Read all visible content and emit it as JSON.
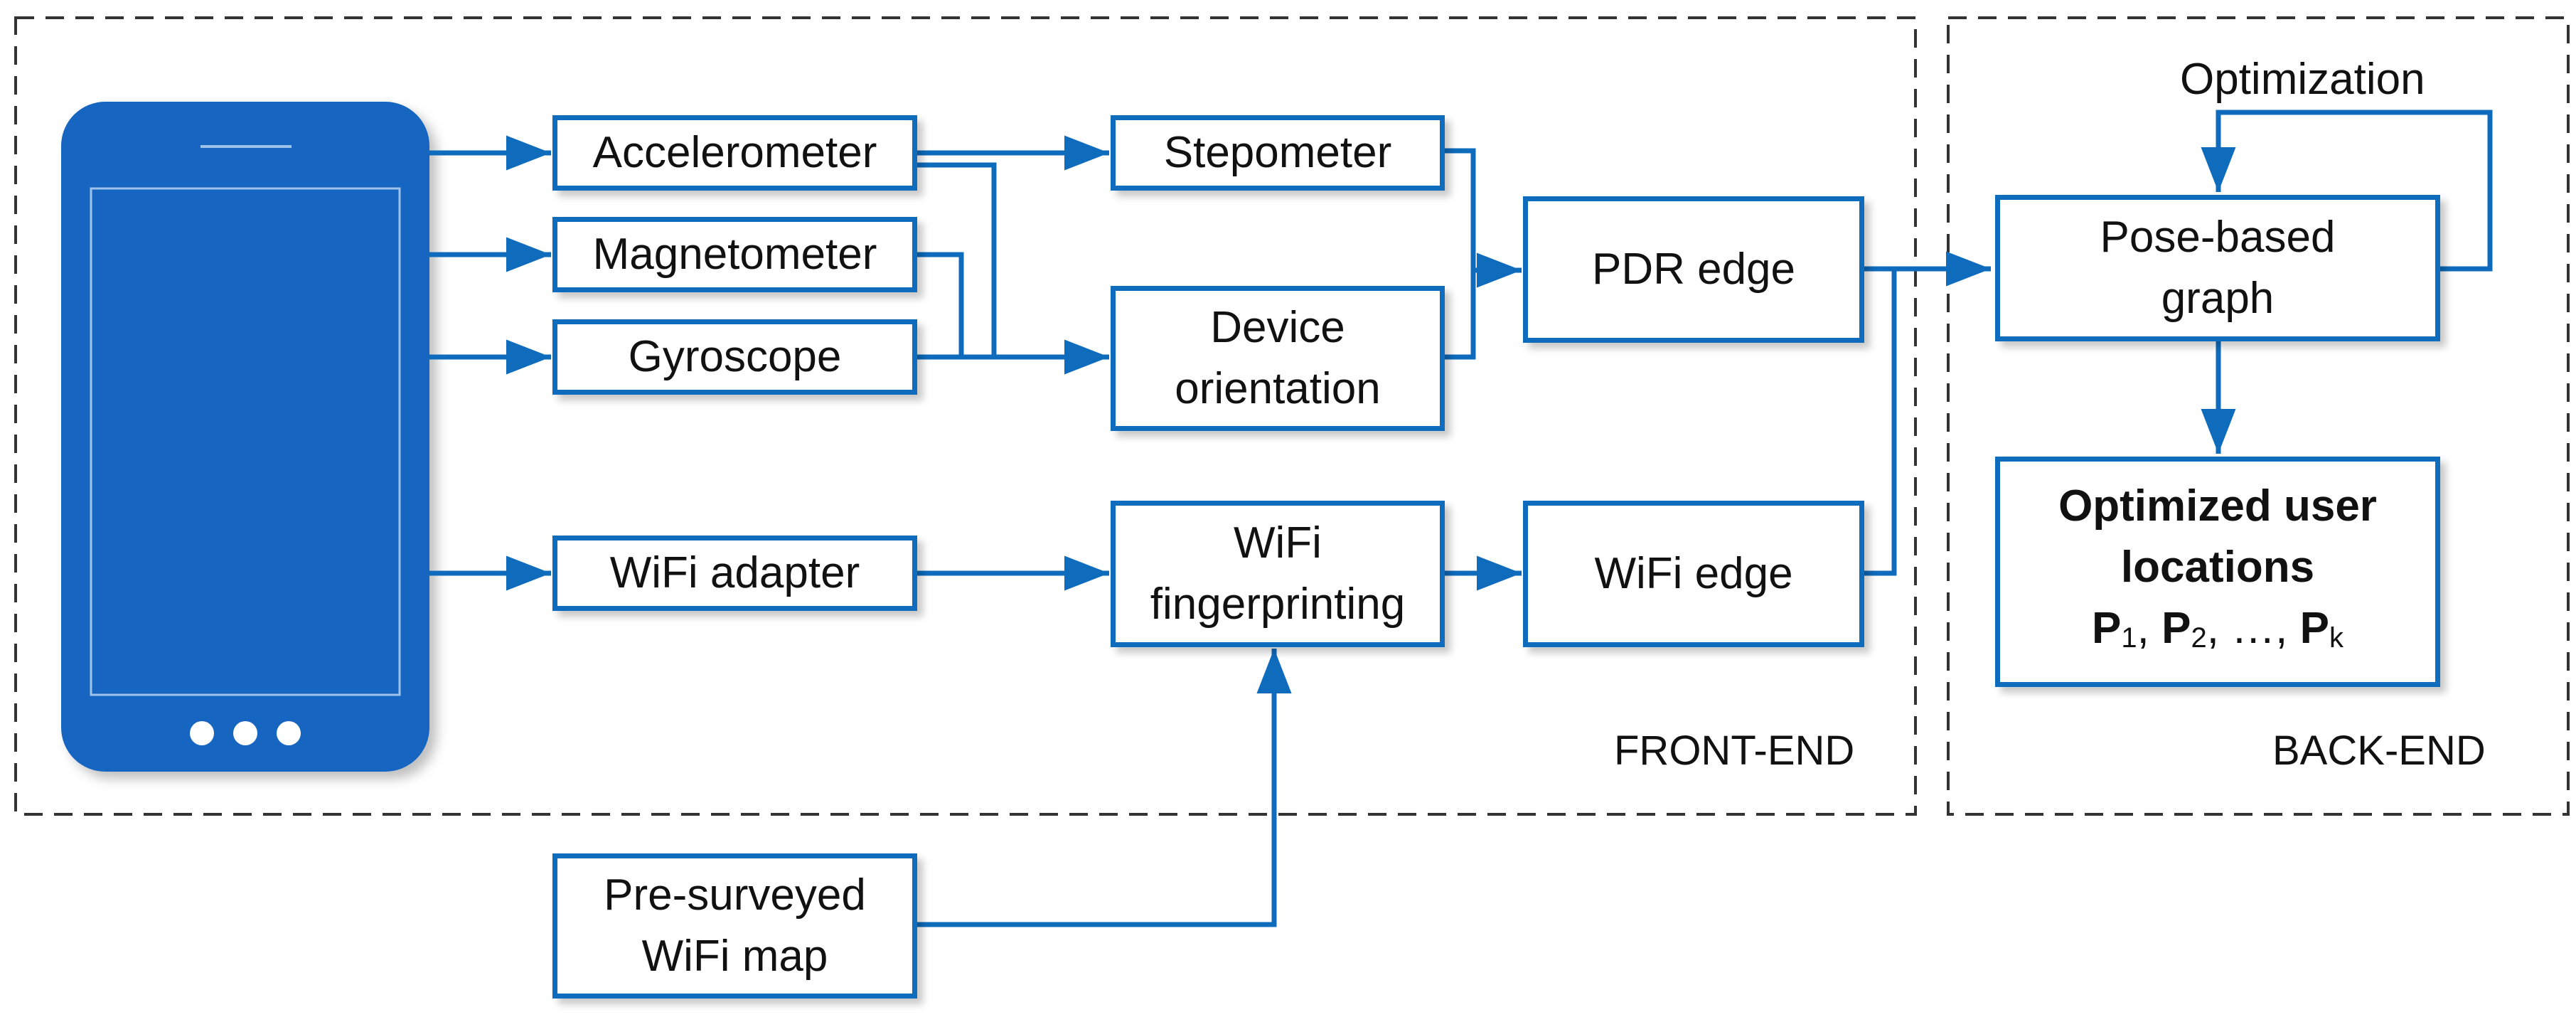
{
  "regions": {
    "front_end": "FRONT-END",
    "back_end": "BACK-END"
  },
  "nodes": {
    "accelerometer": "Accelerometer",
    "magnetometer": "Magnetometer",
    "gyroscope": "Gyroscope",
    "wifi_adapter": "WiFi adapter",
    "stepometer": "Stepometer",
    "device_orientation": [
      "Device",
      "orientation"
    ],
    "wifi_fingerprinting": [
      "WiFi",
      "fingerprinting"
    ],
    "pdr_edge": "PDR edge",
    "wifi_edge": "WiFi edge",
    "pose_graph": [
      "Pose-based",
      "graph"
    ],
    "optimized_locations": [
      "Optimized user",
      "locations"
    ],
    "point_prefix": "P",
    "point_sub_1": "1",
    "point_sub_2": "2",
    "point_sub_k": "k",
    "point_sep": ", ",
    "point_ellipsis": "…",
    "presurveyed_map": [
      "Pre-surveyed",
      "WiFi map"
    ]
  },
  "labels": {
    "optimization": "Optimization"
  },
  "colors": {
    "accent_blue": "#0f6cbd",
    "phone_blue": "#1565c0",
    "dash": "#333333"
  },
  "icons": {
    "device": "smartphone-icon"
  }
}
